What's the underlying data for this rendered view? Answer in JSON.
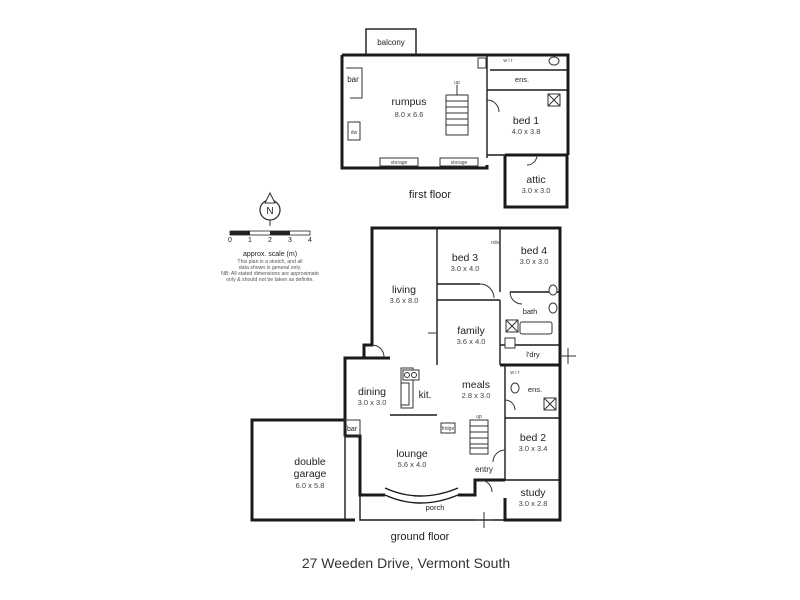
{
  "address": "27 Weeden Drive, Vermont South",
  "floors": {
    "first": "first floor",
    "ground": "ground floor"
  },
  "compass": {
    "label": "N"
  },
  "scale": {
    "ticks": [
      "0",
      "1",
      "2",
      "3",
      "4"
    ],
    "caption": "approx. scale (m)",
    "note_1": "This plan is a sketch, and all",
    "note_2": "data shown is general only.",
    "note_3": "NB: All stated dimensions are approximate",
    "note_4": "only & should not be taken as definite."
  },
  "first_floor": {
    "balcony": "balcony",
    "bar": "bar",
    "rumpus": {
      "name": "rumpus",
      "dims": "8.0 x 6.6"
    },
    "ens": "ens.",
    "bed1": {
      "name": "bed 1",
      "dims": "4.0 x 3.8"
    },
    "attic": {
      "name": "attic",
      "dims": "3.0 x 3.0"
    },
    "storage_1": "storage",
    "storage_2": "storage",
    "up": "up",
    "wir": "w i r",
    "dw": "dw"
  },
  "ground_floor": {
    "living": {
      "name": "living",
      "dims": "3.6 x 8.0"
    },
    "bed3": {
      "name": "bed 3",
      "dims": "3.0 x 4.0"
    },
    "bed4": {
      "name": "bed 4",
      "dims": "3.0 x 3.0"
    },
    "bath": "bath",
    "family": {
      "name": "family",
      "dims": "3.6 x 4.0"
    },
    "ldry": "l'dry",
    "dining": {
      "name": "dining",
      "dims": "3.0 x 3.0"
    },
    "kit": "kit.",
    "meals": {
      "name": "meals",
      "dims": "2.8 x 3.0"
    },
    "ens": "ens.",
    "bar": "bar",
    "garage": {
      "name_1": "double",
      "name_2": "garage",
      "dims": "6.0 x 5.8"
    },
    "lounge": {
      "name": "lounge",
      "dims": "5.6 x 4.0"
    },
    "bed2": {
      "name": "bed 2",
      "dims": "3.0 x 3.4"
    },
    "entry": "entry",
    "study": {
      "name": "study",
      "dims": "3.0 x 2.8"
    },
    "porch": "porch",
    "fridge": "fridge",
    "up": "up",
    "wir": "w i r",
    "robe": "robe"
  }
}
